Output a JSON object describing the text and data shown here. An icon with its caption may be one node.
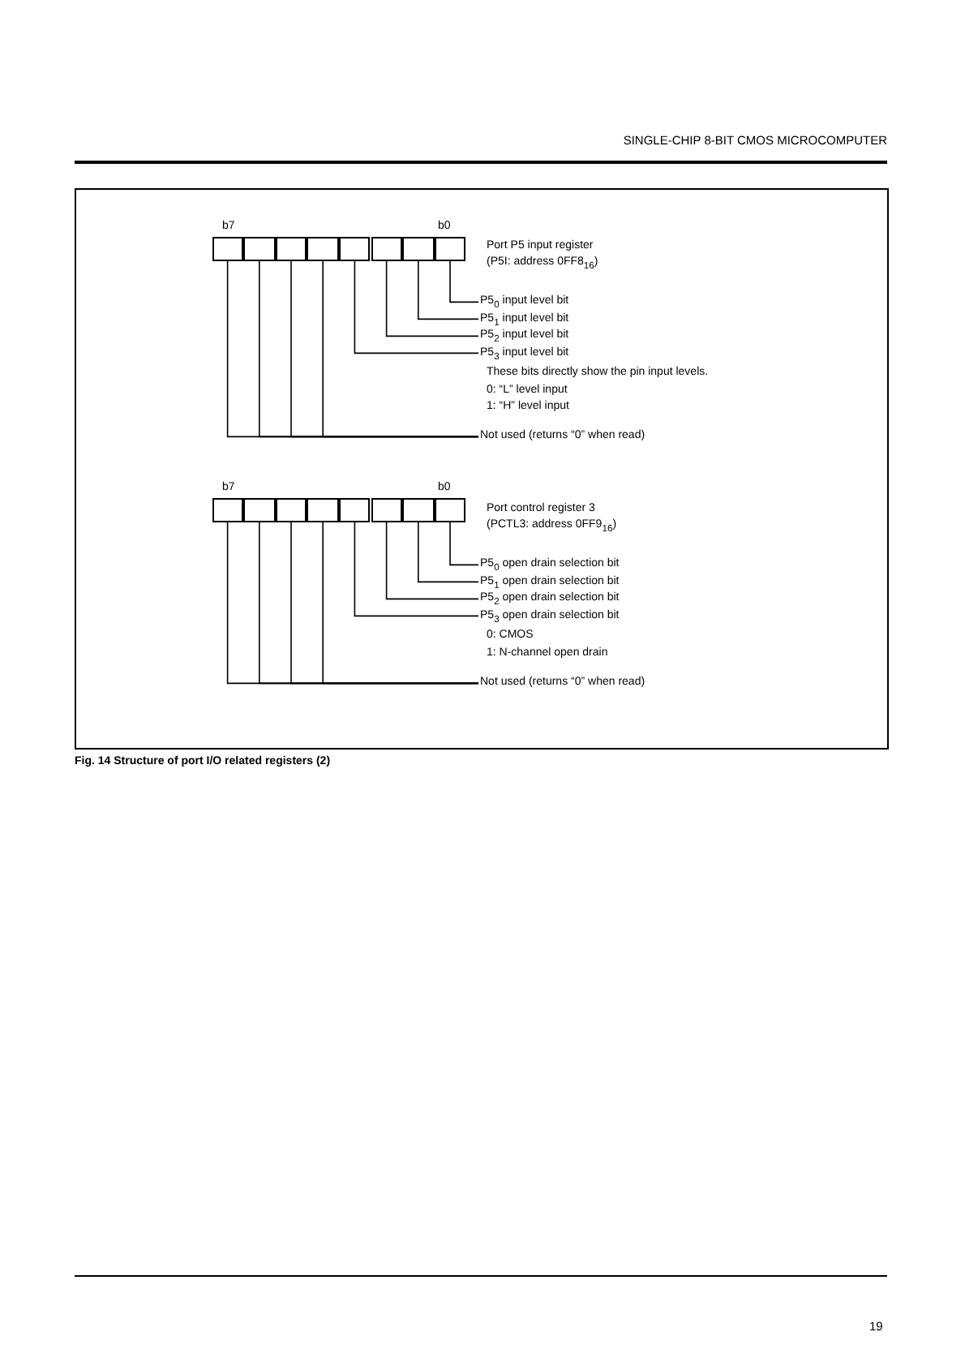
{
  "diagram": {
    "caption": "Fig. 14  Structure of port I/O related registers (2)",
    "nodes": [
      {
        "text": [],
        "shape": "box"
      },
      {
        "text": [],
        "shape": "box"
      },
      {
        "text": [],
        "shape": "box"
      },
      {
        "text": [],
        "shape": "box"
      },
      {
        "text": [],
        "shape": "box"
      },
      {
        "text": [],
        "shape": "box"
      },
      {
        "text": [],
        "shape": "box"
      },
      {
        "text": [],
        "shape": "box"
      },
      {
        "text": [
          "P5$_{0}$ input level bit"
        ]
      },
      {
        "text": [
          "P5$_{1}$ input level bit"
        ]
      },
      {
        "text": [
          "P5$_{2}$ input level bit"
        ]
      },
      {
        "text": [
          "P5$_{3}$ input level bit",
          "These bits directly show the pin input levels.",
          "0: “L” level input",
          "1: “H” level input"
        ]
      },
      {
        "text": [
          "Not used (returns “0” when read)"
        ]
      },
      {
        "text": [],
        "shape": "box"
      },
      {
        "text": [],
        "shape": "box"
      },
      {
        "text": [],
        "shape": "box"
      },
      {
        "text": [],
        "shape": "box"
      },
      {
        "text": [],
        "shape": "box"
      },
      {
        "text": [],
        "shape": "box"
      },
      {
        "text": [],
        "shape": "box"
      },
      {
        "text": [],
        "shape": "box"
      },
      {
        "text": [
          "P5$_{0}$ open drain selection bit"
        ]
      },
      {
        "text": [
          "P5$_{1}$ open drain selection bit"
        ]
      },
      {
        "text": [
          "P5$_{2}$ open drain selection bit"
        ]
      },
      {
        "text": [
          "P5$_{3}$ open drain selection bit",
          "0: CMOS",
          "1: N-channel open drain"
        ]
      },
      {
        "text": [
          "Not used (returns “0” when read)"
        ]
      }
    ],
    "edges": [
      {
        "from": 7,
        "to": 8,
        "arrow": "none"
      },
      {
        "from": 6,
        "to": 9,
        "arrow": "none"
      },
      {
        "from": 5,
        "to": 10,
        "arrow": "none"
      },
      {
        "from": 4,
        "to": 11,
        "arrow": "none"
      },
      {
        "from": 0,
        "to": 12,
        "arrow": "none"
      },
      {
        "from": 1,
        "to": 12,
        "arrow": "none"
      },
      {
        "from": 2,
        "to": 12,
        "arrow": "none"
      },
      {
        "from": 3,
        "to": 12,
        "arrow": "none"
      },
      {
        "from": 20,
        "to": 21,
        "arrow": "none"
      },
      {
        "from": 19,
        "to": 22,
        "arrow": "none"
      },
      {
        "from": 18,
        "to": 23,
        "arrow": "none"
      },
      {
        "from": 17,
        "to": 24,
        "arrow": "none"
      },
      {
        "from": 13,
        "to": 25,
        "arrow": "none"
      },
      {
        "from": 14,
        "to": 25,
        "arrow": "none"
      },
      {
        "from": 15,
        "to": 25,
        "arrow": "none"
      },
      {
        "from": 16,
        "to": 25,
        "arrow": "none"
      }
    ],
    "labels": [
      "SINGLE-CHIP 8-BIT CMOS MICROCOMPUTER",
      "b7",
      "b0",
      "Port P5 input register",
      "(P5I: address 0FF8$_{16}$)",
      "b7",
      "b0",
      "Port control register 3",
      "(PCTL3: address 0FF9$_{16}$)",
      "19"
    ]
  }
}
